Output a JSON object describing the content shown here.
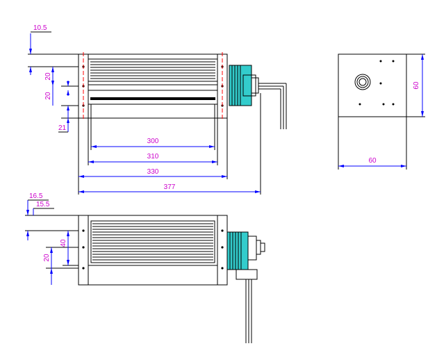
{
  "drawing": {
    "front_view": {
      "left_dims": [
        "10.5",
        "20",
        "20",
        "21"
      ],
      "bottom_dims": [
        "300",
        "310",
        "330",
        "377"
      ]
    },
    "end_view": {
      "height_dim": "60",
      "width_dim": "60"
    },
    "bottom_view": {
      "left_dims": [
        "16.5",
        "15.5",
        "40",
        "20"
      ]
    },
    "colors": {
      "dimension_line": "#0000ff",
      "dimension_text": "#cc00cc",
      "centerline": "#ff0000",
      "motor": "#33cccc",
      "outline": "#000000"
    }
  }
}
